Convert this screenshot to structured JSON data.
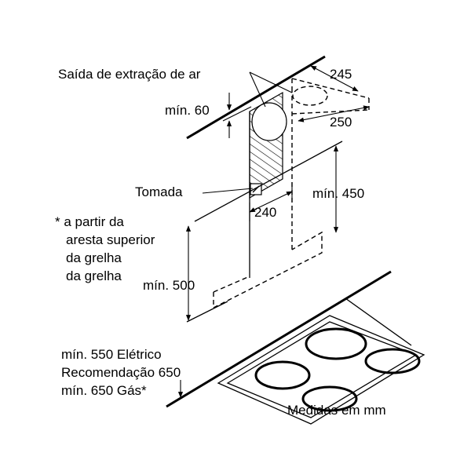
{
  "labels": {
    "air_outlet": "Saída de extração de ar",
    "min_60": "mín. 60",
    "dim_245": "245",
    "dim_250": "250",
    "socket": "Tomada",
    "min_450": "mín. 450",
    "dim_240": "240",
    "note_line1": "* a partir da",
    "note_line2": "aresta superior",
    "note_line3": "da grelha",
    "note_line4": "da grelha",
    "min_500": "mín. 500",
    "min_550_electric": "mín. 550 Elétrico",
    "recommendation_650": "Recomendação 650",
    "min_650_gas": "mín. 650 Gás*",
    "units": "Medidas em mm"
  }
}
